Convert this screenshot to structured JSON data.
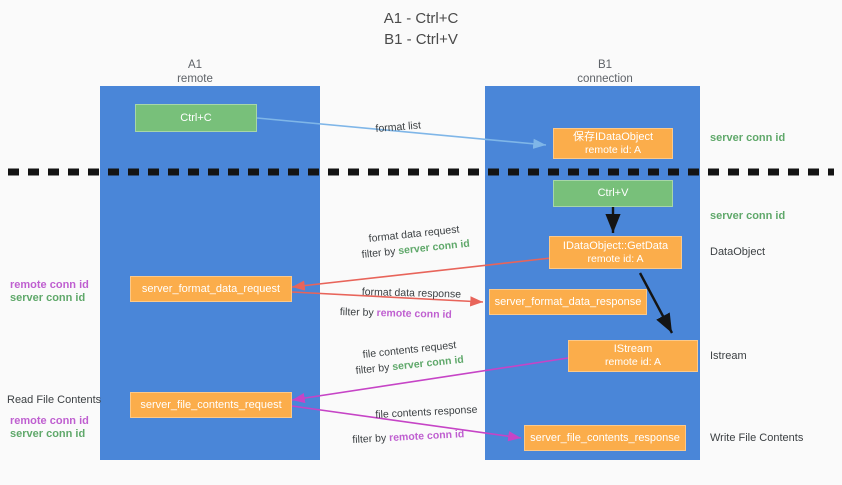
{
  "title": {
    "line1": "A1 - Ctrl+C",
    "line2": "B1 - Ctrl+V"
  },
  "lanes": [
    {
      "id": "a1",
      "title": "A1",
      "subtitle": "remote"
    },
    {
      "id": "b1",
      "title": "B1",
      "subtitle": "connection"
    }
  ],
  "nodes": {
    "ctrl_c": {
      "line1": "Ctrl+C",
      "line2": ""
    },
    "save_idataobject": {
      "line1": "保存IDataObject",
      "line2": "remote id: A"
    },
    "ctrl_v": {
      "line1": "Ctrl+V",
      "line2": ""
    },
    "idataobject_getdata": {
      "line1": "IDataObject::GetData",
      "line2": "remote id: A"
    },
    "server_format_data_request": {
      "line1": "server_format_data_request",
      "line2": ""
    },
    "server_format_data_response": {
      "line1": "server_format_data_response",
      "line2": ""
    },
    "istream": {
      "line1": "IStream",
      "line2": "remote id: A"
    },
    "server_file_contents_request": {
      "line1": "server_file_contents_request",
      "line2": ""
    },
    "server_file_contents_response": {
      "line1": "server_file_contents_response",
      "line2": ""
    }
  },
  "annotations": {
    "format_list": "format list",
    "format_data_request": "format data request",
    "format_data_request_filter_prefix": "filter by ",
    "format_data_request_filter_value": "server conn id",
    "format_data_response": "format data response",
    "format_data_response_filter_prefix": "filter by ",
    "format_data_response_filter_value": "remote conn id",
    "file_contents_request": "file contents request",
    "file_contents_request_filter_prefix": "filter by ",
    "file_contents_request_filter_value": "server conn id",
    "file_contents_response": "file contents response",
    "file_contents_response_filter_prefix": "filter by ",
    "file_contents_response_filter_value": "remote conn id"
  },
  "right_labels": {
    "server_conn_id_top": "server conn id",
    "server_conn_id_mid": "server conn id",
    "dataobject": "DataObject",
    "istream": "Istream",
    "write_file_contents": "Write File Contents"
  },
  "left_labels": {
    "remote_conn_id_1": "remote conn id",
    "server_conn_id_1": "server conn id",
    "read_file_contents": "Read File Contents",
    "remote_conn_id_2": "remote conn id",
    "server_conn_id_2": "server conn id"
  },
  "colors": {
    "lane": "#4a86d8",
    "node_orange": "#fbad4b",
    "node_green": "#78c07a",
    "arrow_blue": "#7fb6e8",
    "arrow_red": "#e8645a",
    "arrow_magenta": "#c council",
    "arrow_black": "#1a1a1a",
    "text_green": "#5fa86a",
    "text_purple": "#bf5fd0",
    "background": "#fafafa"
  }
}
